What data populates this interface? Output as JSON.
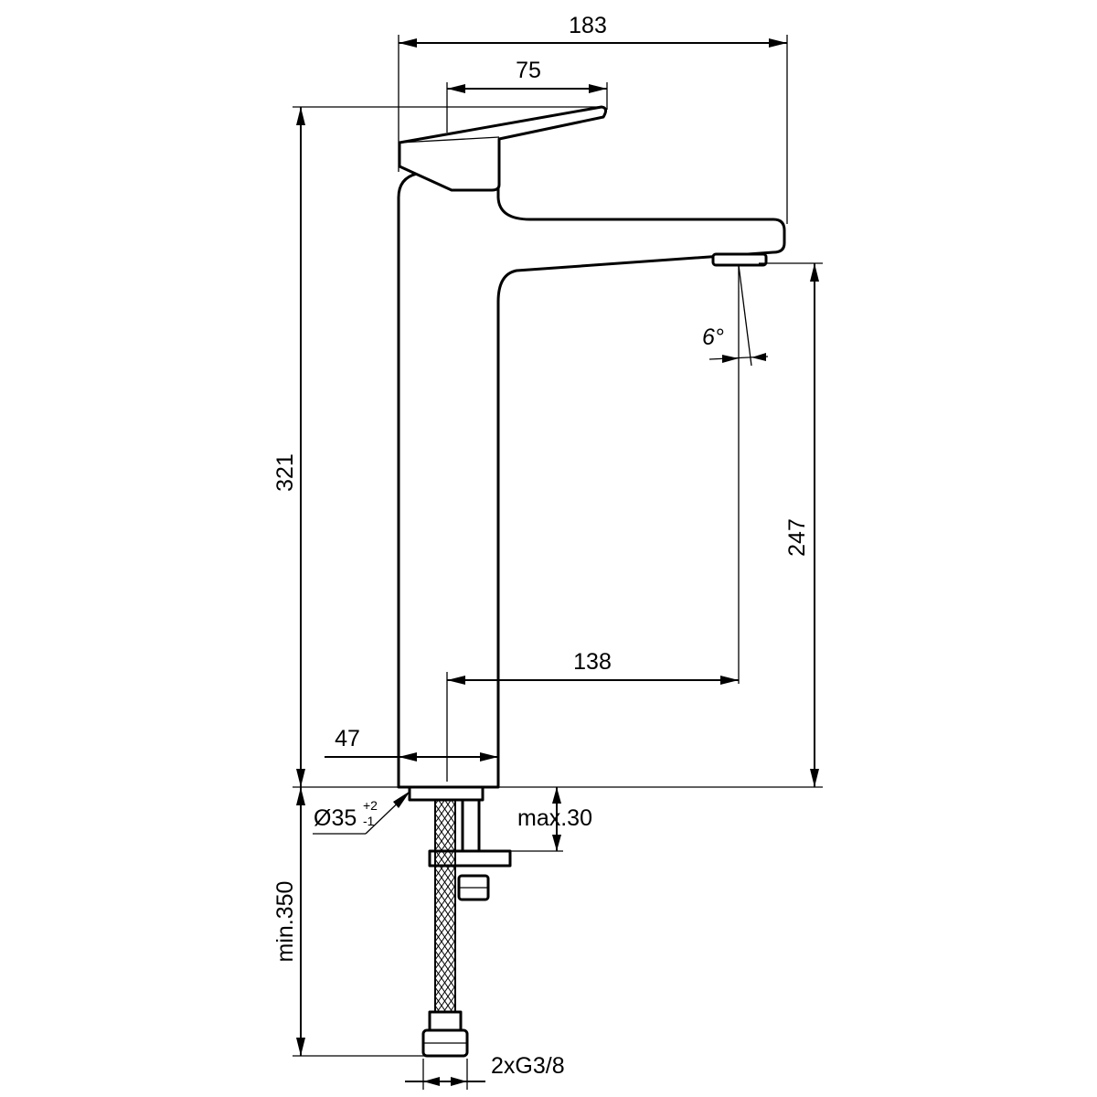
{
  "dimensions": {
    "overall_width": "183",
    "handle_reach": "75",
    "total_height": "321",
    "spout_height": "247",
    "spout_angle": "6°",
    "spout_projection": "138",
    "body_width": "47",
    "hole_diameter": "Ø35",
    "hole_tol_upper": "+2",
    "hole_tol_lower": "-1",
    "max_deck_thickness": "max.30",
    "min_hose_length": "min.350",
    "connection": "2xG3/8"
  },
  "colors": {
    "line": "#000000",
    "background": "#ffffff"
  }
}
